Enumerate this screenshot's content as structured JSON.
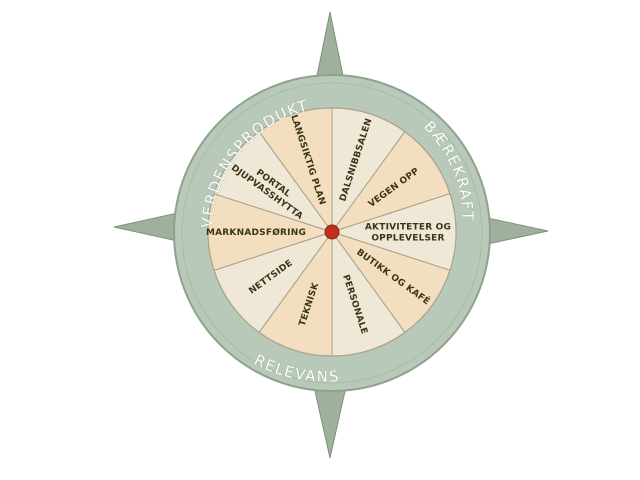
{
  "ring_labels": {
    "top_left": "VERDENSPRODUKT",
    "right": "BÆREKRAFT",
    "bottom": "RELEVANS"
  },
  "segments": [
    {
      "id": "dalsnibbsalen",
      "lines": [
        "DALSNIBBSALEN"
      ]
    },
    {
      "id": "vegen-opp",
      "lines": [
        "VEGEN OPP"
      ]
    },
    {
      "id": "aktiviteter",
      "lines": [
        "AKTIVITETER OG",
        "OPPLEVELSER"
      ]
    },
    {
      "id": "butikk",
      "lines": [
        "BUTIKK OG KAFÉ"
      ]
    },
    {
      "id": "personale",
      "lines": [
        "PERSONALE"
      ]
    },
    {
      "id": "teknisk",
      "lines": [
        "TEKNISK"
      ]
    },
    {
      "id": "nettside",
      "lines": [
        "NETTSIDE"
      ]
    },
    {
      "id": "markedsforing",
      "lines": [
        "MARKNADSFØRING"
      ]
    },
    {
      "id": "portal",
      "lines": [
        "PORTAL",
        "DJUPVASSHYTTA"
      ]
    },
    {
      "id": "langsiktig-plan",
      "lines": [
        "LANGSIKTIG PLAN"
      ]
    }
  ],
  "colors": {
    "compass_point": "#9fb09c",
    "compass_point_dark": "#7e927c",
    "ring": "#b9c9b9",
    "ring_edge": "#8ea28f",
    "segment_light": "#efe8d6",
    "segment_warm": "#f3dfbf",
    "divider": "#a7a18a",
    "center_dot": "#c0301f"
  }
}
